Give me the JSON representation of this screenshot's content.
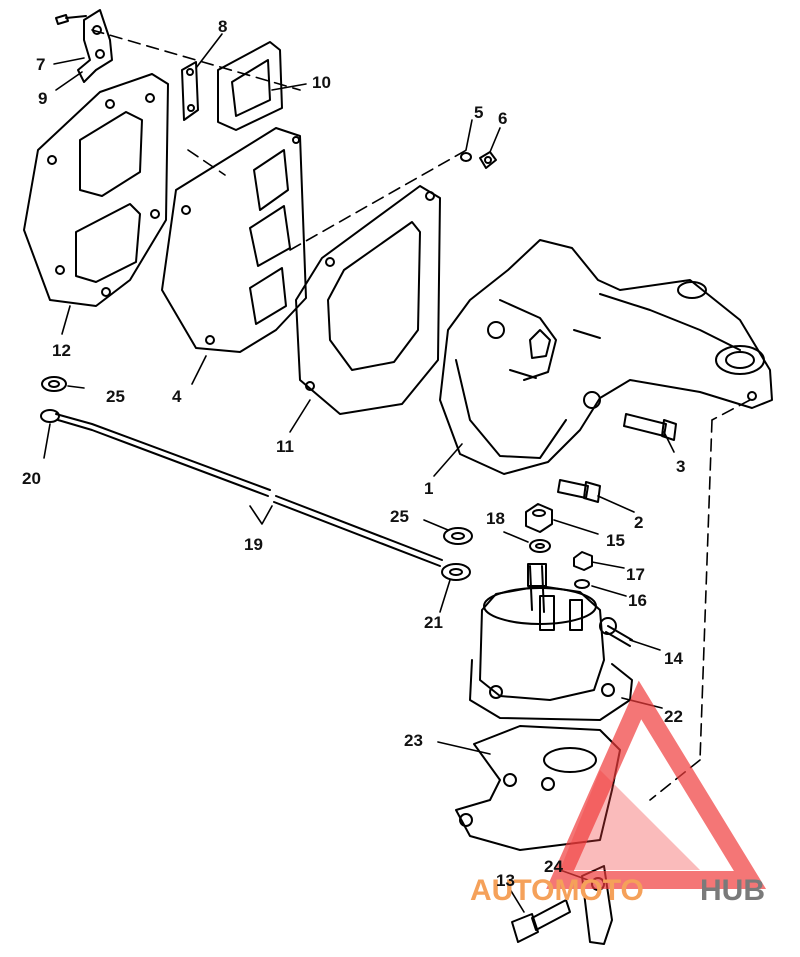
{
  "diagram": {
    "part_numbers": {
      "p1": "1",
      "p2": "2",
      "p3": "3",
      "p4": "4",
      "p5": "5",
      "p6": "6",
      "p7": "7",
      "p8": "8",
      "p9": "9",
      "p10": "10",
      "p11": "11",
      "p12": "12",
      "p13": "13",
      "p14": "14",
      "p15": "15",
      "p16": "16",
      "p17": "17",
      "p18": "18",
      "p19": "19",
      "p20": "20",
      "p21": "21",
      "p22": "22",
      "p23": "23",
      "p24": "24",
      "p25a": "25",
      "p25b": "25"
    }
  },
  "watermark": {
    "word_auto": "AUTOMOTO",
    "word_hub": "HUB",
    "colors": {
      "triangle": "#f03c3c",
      "auto": "#f5a15a",
      "hub": "#7a7a7a"
    }
  }
}
